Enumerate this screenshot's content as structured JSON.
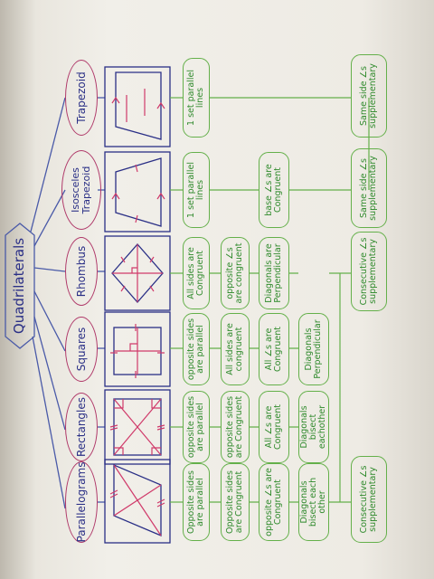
{
  "root": "Quadrilaterals",
  "shapes": [
    {
      "name": "Parallelograms"
    },
    {
      "name": "Rectangles"
    },
    {
      "name": "Squares"
    },
    {
      "name": "Rhombus"
    },
    {
      "name": "Isosceles Trapezoid"
    },
    {
      "name": "Trapezoid"
    }
  ],
  "properties": {
    "parallelogram": [
      "Opposite sides are parallel",
      "Opposite sides are Congruent",
      "opposite ∠s are Congruent",
      "Diagonals bisect each other",
      "Consecutive ∠s supplementary"
    ],
    "rectangle": [
      "opposite sides are parallel",
      "opposite sides are Congruent",
      "All ∠s are Congruent",
      "Diagonals bisect eachother"
    ],
    "square": [
      "opposite sides are parallel",
      "All sides are congruent",
      "All ∠s are Congruent",
      "Diagonals Perpendicular"
    ],
    "rhombus": [
      "All sides are Congruent",
      "opposite ∠s are congruent",
      "Diagonals are Perpendicular",
      "Consecutive ∠s supplementary"
    ],
    "isosceles_trapezoid": [
      "1 set parallel lines",
      "base ∠s are Congruent",
      "Same side ∠s supplementary"
    ],
    "trapezoid": [
      "1 set parallel lines",
      "Same side ∠s supplementary"
    ]
  },
  "colors": {
    "label_ink": "#2a2f86",
    "oval_ink": "#b03a6a",
    "box_ink": "#64b04a",
    "text_green": "#2f8a2c",
    "shape_ink": "#2a2f86",
    "mark_ink": "#d03a6a",
    "connector": "#4a5aa8"
  }
}
